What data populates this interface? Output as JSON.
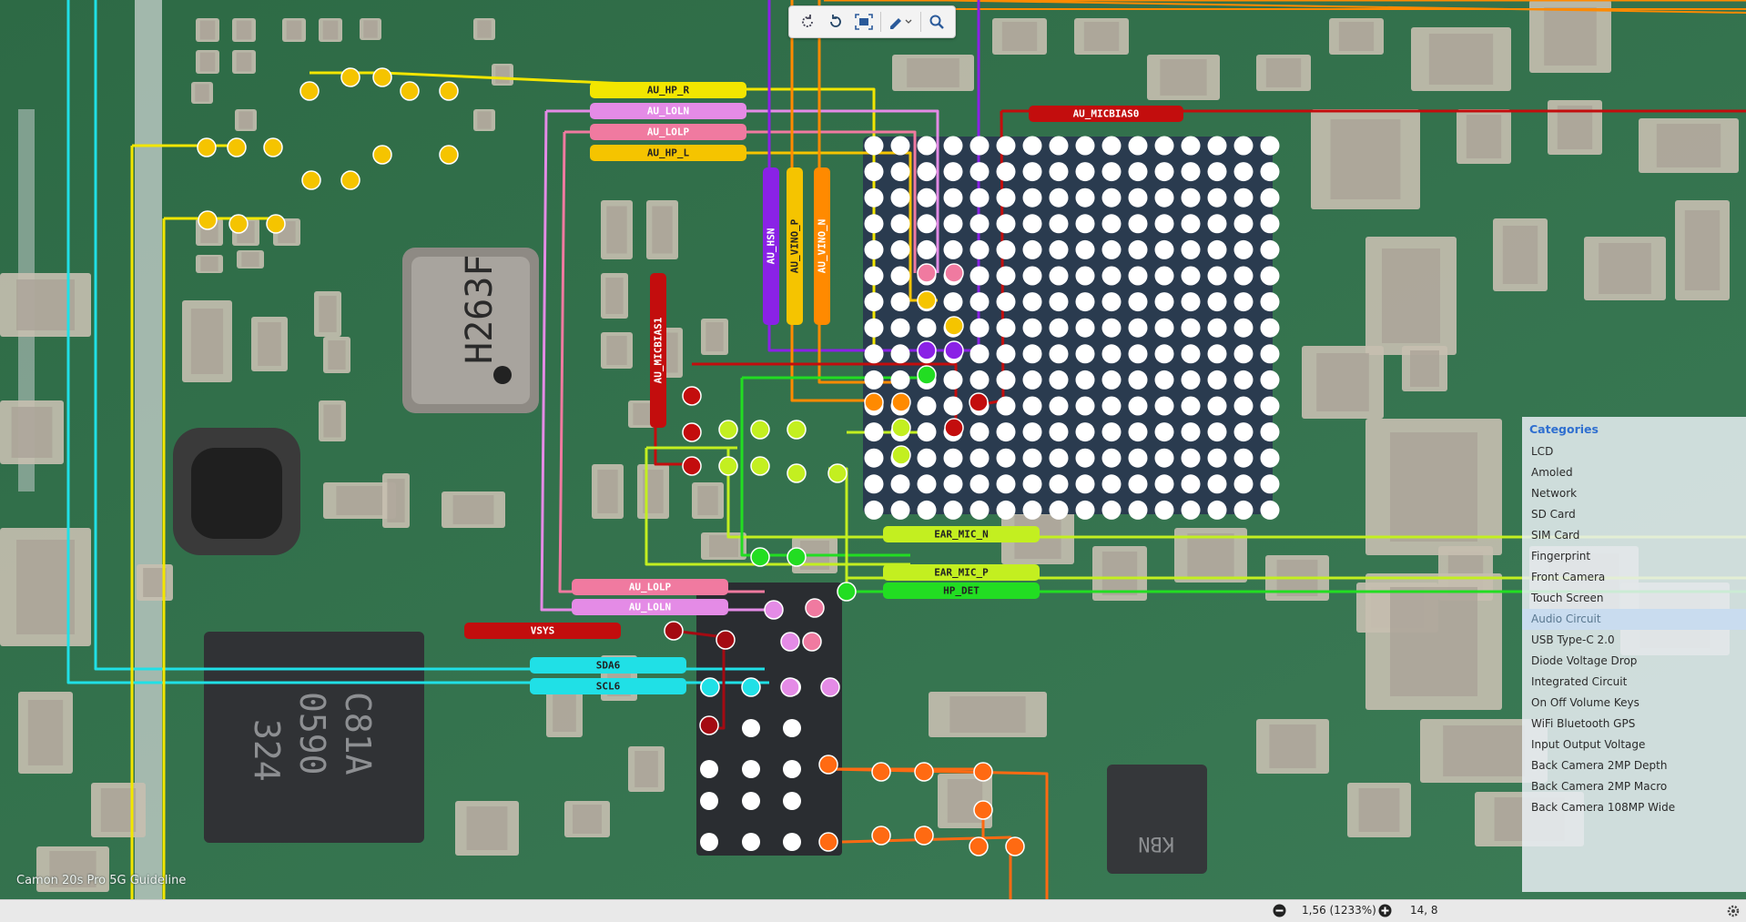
{
  "app": {
    "watermark": "Camon 20s Pro 5G Guideline"
  },
  "toolbar": {
    "icons": [
      "rotate-left-icon",
      "rotate-right-icon",
      "fit-screen-icon",
      "marker-tool-icon",
      "chevron-down-icon",
      "search-icon"
    ]
  },
  "net_labels": {
    "au_hp_r": "AU_HP_R",
    "au_loln_top": "AU_LOLN",
    "au_lolp_top": "AU_LOLP",
    "au_hp_l": "AU_HP_L",
    "au_micbias0": "AU_MICBIAS0",
    "au_hsn": "AU_HSN",
    "au_vino_p": "AU_VINO_P",
    "au_vino_n": "AU_VINO_N",
    "au_micbias1": "AU_MICBIAS1",
    "ear_mic_n": "EAR_MIC_N",
    "ear_mic_p": "EAR_MIC_P",
    "hp_det": "HP_DET",
    "au_lolp_bot": "AU_LOLP",
    "au_loln_bot": "AU_LOLN",
    "vsys": "VSYS",
    "sda6": "SDA6",
    "scl6": "SCL6"
  },
  "chip_markings": {
    "crystal": "H263F",
    "ic_left": [
      "C81A",
      "0590",
      "324"
    ],
    "ic_right": "KBN"
  },
  "colors": {
    "yellow": "#f2e600",
    "magenta": "#e48be6",
    "pink": "#f07aa0",
    "orange_yellow": "#f5c400",
    "dark_red": "#c30d0d",
    "purple": "#8a22e6",
    "orange": "#ff8a00",
    "green": "#22dd22",
    "yellow_green": "#c3ef20",
    "cyan": "#20e0e6",
    "red_orange": "#ff6a12",
    "maroon": "#a40a12"
  },
  "categories": {
    "title": "Categories",
    "items": [
      "LCD",
      "Amoled",
      "Network",
      "SD Card",
      "SIM Card",
      "Fingerprint",
      "Front Camera",
      "Touch Screen",
      "Audio Circuit",
      "USB Type-C 2.0",
      "Diode Voltage Drop",
      "Integrated Circuit",
      "On Off Volume Keys",
      "WiFi Bluetooth GPS",
      "Input Output Voltage",
      "Back Camera 2MP Depth",
      "Back Camera 2MP Macro",
      "Back Camera 108MP Wide"
    ],
    "selected": "Audio Circuit"
  },
  "status": {
    "zoom": "1,56 (1233%)",
    "coords": "14, 8"
  }
}
